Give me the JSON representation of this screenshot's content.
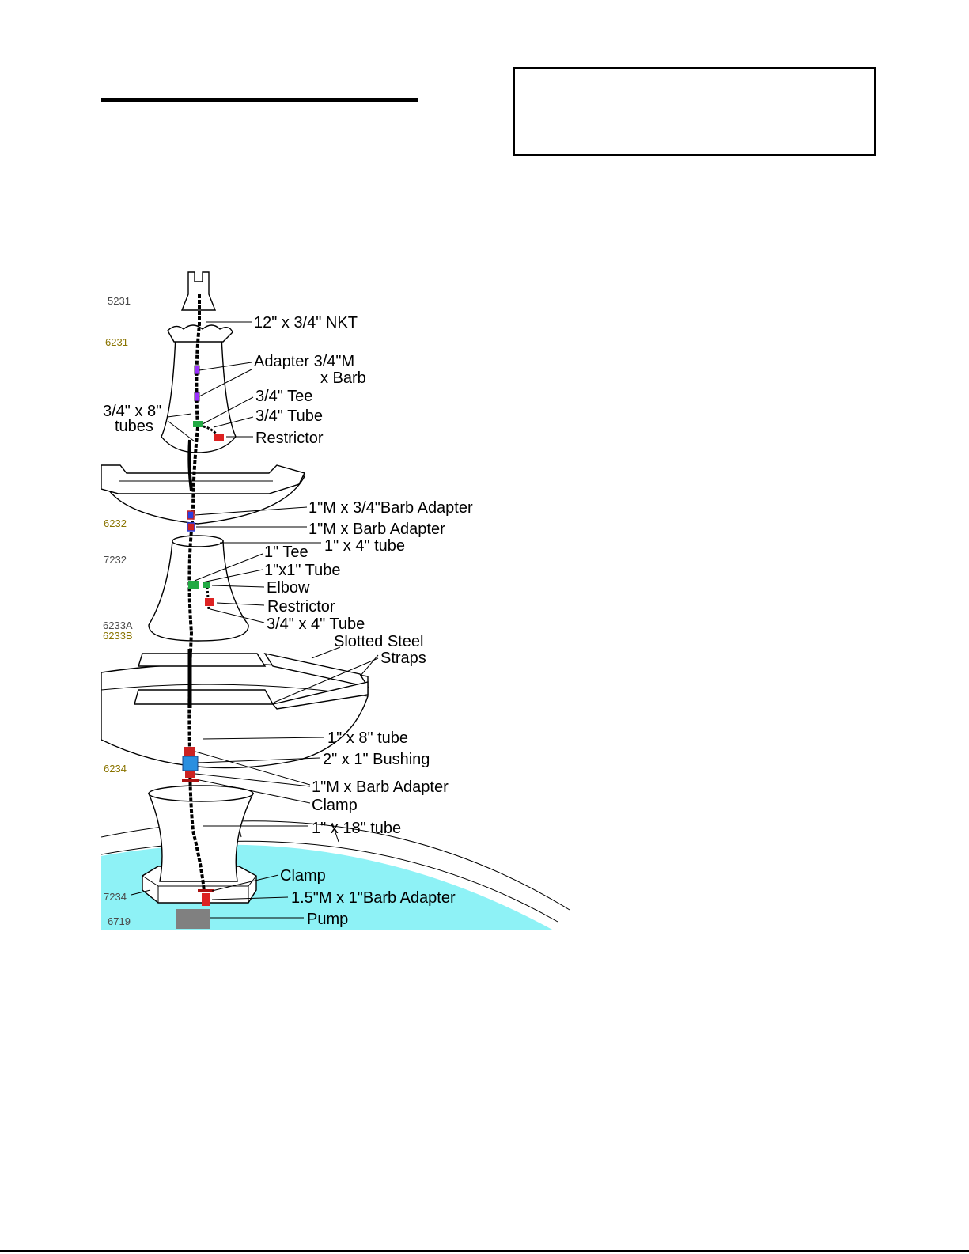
{
  "colors": {
    "water": "#8ef2f6",
    "tee": "#22aa44",
    "restrictor": "#dd2222",
    "adapter_small": "#9b30ff",
    "adapter_red": "#cc2222",
    "bushing": "#2a8fe0",
    "pump": "#808080",
    "tube": "#000000"
  },
  "codes": {
    "c5231": "5231",
    "c6231": "6231",
    "c6232": "6232",
    "c7232": "7232",
    "c6233a": "6233A",
    "c6233b": "6233B",
    "c6234": "6234",
    "c7234": "7234",
    "c6719": "6719"
  },
  "labels": {
    "nkt": "12\" x 3/4\" NKT",
    "adapter_line1": "Adapter 3/4\"M",
    "adapter_line2": "x Barb",
    "tee_34": "3/4\" Tee",
    "tube_34": "3/4\" Tube",
    "tubes8_line1": "3/4\" x 8\"",
    "tubes8_line2": "tubes",
    "restrictor_top": "Restrictor",
    "barb_adapter_34": "1\"M x 3/4\"Barb Adapter",
    "barb_adapter_1": "1\"M x Barb Adapter",
    "tube_1x4": "1\" x 4\" tube",
    "tee_1": "1\" Tee",
    "tube_1x1": "1\"x1\" Tube",
    "elbow": "Elbow",
    "restrictor_mid": "Restrictor",
    "tube_34x4": "3/4\" x 4\" Tube",
    "straps_line1": "Slotted Steel",
    "straps_line2": "Straps",
    "tube_1x8": "1\" x 8\" tube",
    "bushing": "2\" x 1\" Bushing",
    "barb_adapter_low": "1\"M x Barb Adapter",
    "clamp_mid": "Clamp",
    "tube_1x18": "1\" x 18\" tube",
    "clamp_low": "Clamp",
    "adapter_15": "1.5\"M x 1\"Barb Adapter",
    "pump": "Pump"
  }
}
